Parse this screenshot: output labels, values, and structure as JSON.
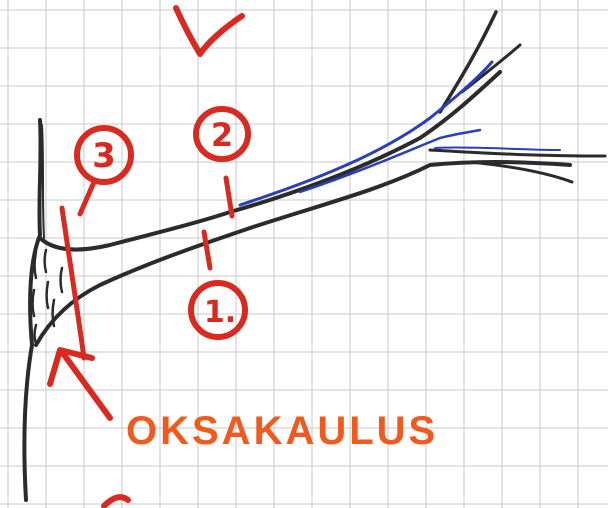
{
  "labels": {
    "cut_1": "1.",
    "cut_2": "2",
    "cut_3": "3",
    "caption": "OKSAKAULUS"
  },
  "colors": {
    "grid": "#c9c9c9",
    "paper": "#ffffff",
    "branch_ink": "#2b2b2b",
    "blue_ink": "#2a3fb8",
    "red_ink": "#d82a20",
    "orange_ink": "#f05a1e"
  }
}
